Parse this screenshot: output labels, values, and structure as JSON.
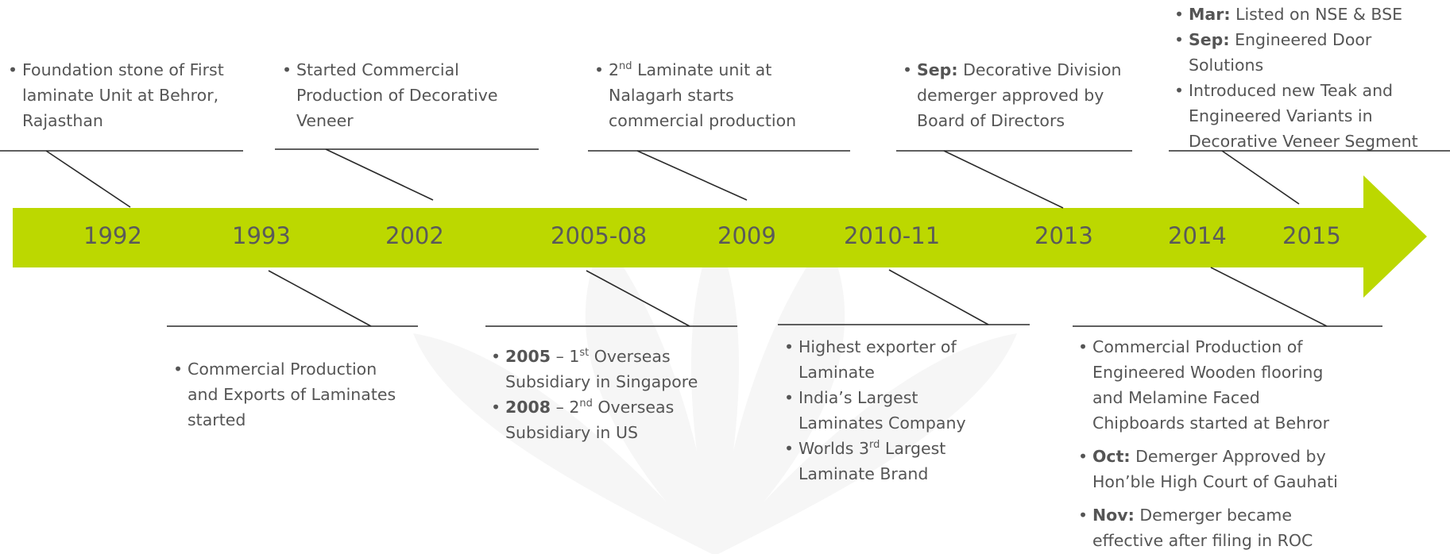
{
  "arrow_color": "#bcd800",
  "line_color": "#2a2a2a",
  "text_color": "#555555",
  "years": [
    "1992",
    "1993",
    "2002",
    "2005-08",
    "2009",
    "2010-11",
    "2013",
    "2014",
    "2015"
  ],
  "events": {
    "y1992": [
      "Foundation stone of First laminate Unit at Behror, Rajasthan"
    ],
    "y1993": [
      "Commercial Production and Exports of Laminates started"
    ],
    "y2002": [
      "Started Commercial Production of Decorative Veneer"
    ],
    "y2005_08": [
      {
        "label": "2005",
        "pre": " – 1",
        "sup": "st",
        "post": " Overseas Subsidiary in Singapore"
      },
      {
        "label": "2008",
        "pre": " – 2",
        "sup": "nd",
        "post": " Overseas Subsidiary in US"
      }
    ],
    "y2009": [
      {
        "pre": "2",
        "sup": "nd",
        "post": " Laminate unit at Nalagarh starts commercial production"
      }
    ],
    "y2010_11": [
      "Highest exporter of Laminate",
      "India’s Largest Laminates Company",
      {
        "pre": "Worlds 3",
        "sup": "rd",
        "post": " Largest Laminate Brand"
      }
    ],
    "y2013": [
      {
        "label": "Sep:",
        "text": " Decorative Division demerger  approved by Board of Directors"
      }
    ],
    "y2014": [
      "Commercial Production of Engineered   Wooden flooring and  Melamine Faced Chipboards started at Behror",
      {
        "label": "Oct:",
        "text": " Demerger Approved by Hon’ble High Court of Gauhati"
      },
      {
        "label": "Nov:",
        "text": " Demerger became effective after filing in ROC"
      }
    ],
    "y2015": [
      {
        "label": "Mar:",
        "text": " Listed on NSE & BSE"
      },
      {
        "label": "Sep:",
        "text": " Engineered Door Solutions"
      },
      "Introduced new  Teak and Engineered Variants in Decorative Veneer Segment"
    ]
  }
}
